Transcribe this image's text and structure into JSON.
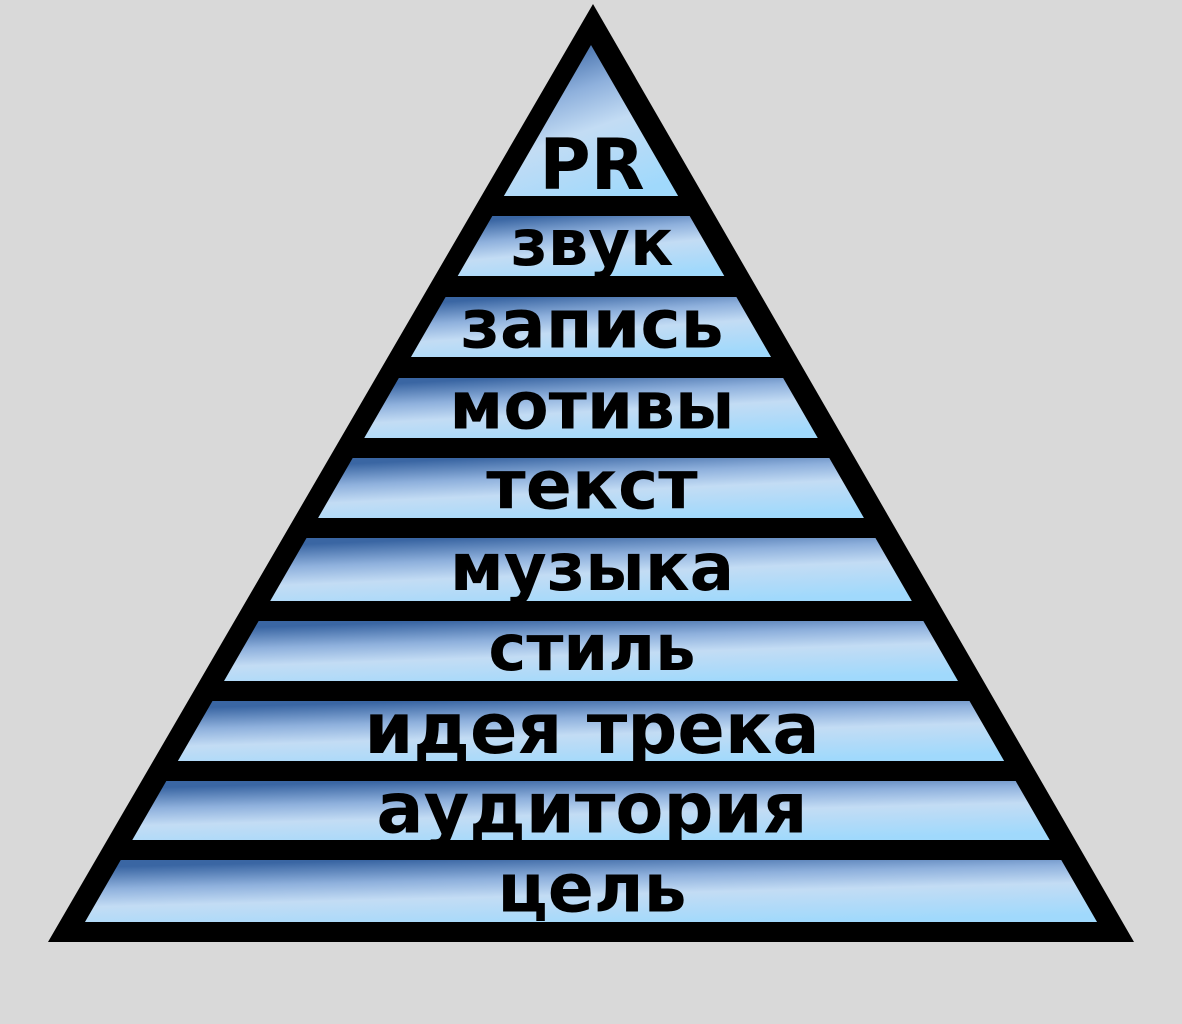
{
  "diagram": {
    "type": "pyramid",
    "background_color": "#d9d9d9",
    "outline_color": "#000000",
    "gradient": {
      "top_color": "#3d6aa5",
      "mid_color": "#a9c8ec",
      "bottom_color": "#9fd8fb"
    },
    "levels_top_to_bottom": [
      {
        "label": "PR"
      },
      {
        "label": "звук"
      },
      {
        "label": "запись"
      },
      {
        "label": "мотивы"
      },
      {
        "label": "текст"
      },
      {
        "label": "музыка"
      },
      {
        "label": "стиль"
      },
      {
        "label": "идея трека"
      },
      {
        "label": "аудитория"
      },
      {
        "label": "цель"
      }
    ]
  }
}
